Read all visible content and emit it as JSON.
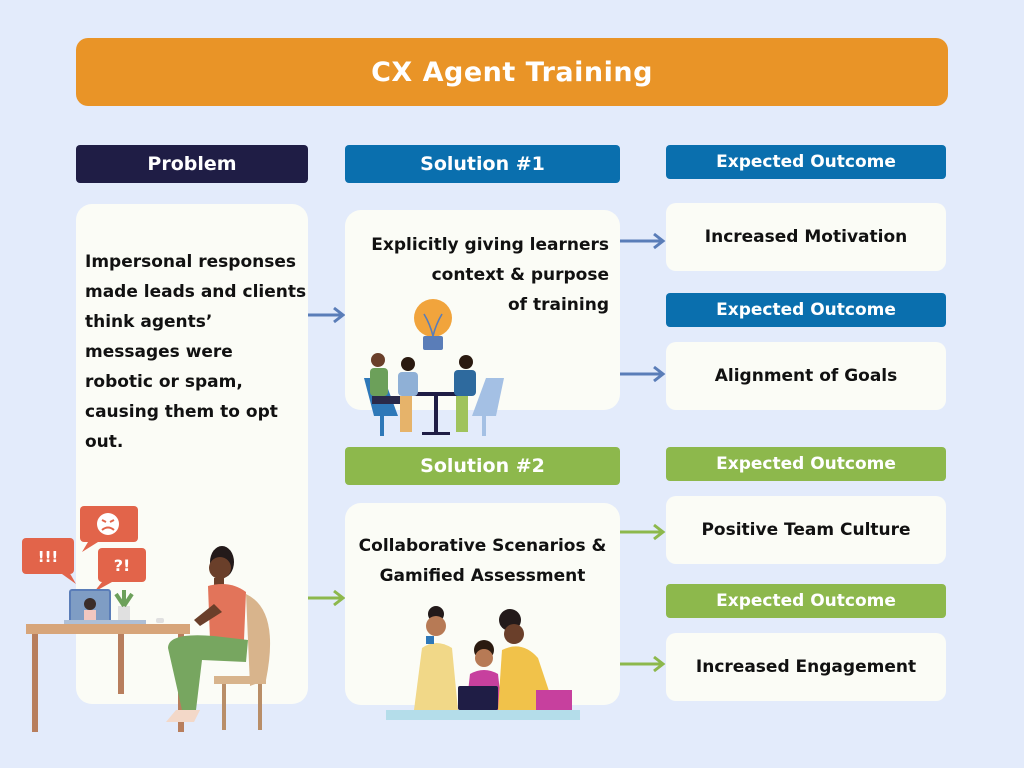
{
  "title": "CX Agent Training",
  "colors": {
    "background": "#e3ebfb",
    "title_bar": "#e99427",
    "problem_header": "#1f1d45",
    "solution1_header": "#0a6fae",
    "solution2_header": "#8db84c",
    "card": "#fbfcf6",
    "arrow_blue": "#5a7db8",
    "arrow_green": "#8db84c"
  },
  "problem": {
    "header": "Problem",
    "lines": [
      "Impersonal responses",
      "made leads and clients",
      "think agents’",
      "messages were",
      "robotic or spam,",
      "causing them to opt",
      "out."
    ],
    "illustration": {
      "speech_bubbles": [
        "!!!",
        "?!"
      ],
      "icons": [
        "angry-face-icon",
        "laptop-icon",
        "plant-icon",
        "woman-at-desk-illustration"
      ]
    }
  },
  "solution1": {
    "header": "Solution #1",
    "lines": [
      "Explicitly giving learners",
      "context & purpose",
      "of training"
    ],
    "illustration": [
      "lightbulb-icon",
      "meeting-table-illustration"
    ],
    "outcomes": [
      {
        "header": "Expected Outcome",
        "text": "Increased Motivation"
      },
      {
        "header": "Expected Outcome",
        "text": "Alignment of Goals"
      }
    ]
  },
  "solution2": {
    "header": "Solution #2",
    "lines": [
      "Collaborative Scenarios &",
      "Gamified Assessment"
    ],
    "illustration": [
      "team-at-laptop-illustration"
    ],
    "outcomes": [
      {
        "header": "Expected Outcome",
        "text": "Positive Team Culture"
      },
      {
        "header": "Expected Outcome",
        "text": "Increased Engagement"
      }
    ]
  }
}
